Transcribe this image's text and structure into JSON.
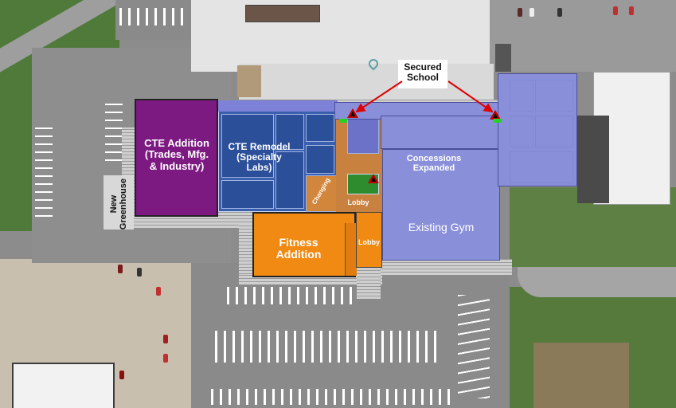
{
  "map": {
    "labels": {
      "cte_addition": "CTE Addition\n(Trades, Mfg.\n& Industry)",
      "cte_remodel": "CTE Remodel\n(Specialty\nLabs)",
      "new_greenhouse": "New\nGreenhouse",
      "changing": "Changing",
      "lobby_upper": "Lobby",
      "lobby_lower": "Lobby",
      "fitness_addition": "Fitness\nAddition",
      "concessions_expanded": "Concessions\nExpanded",
      "existing_gym": "Existing Gym",
      "secured_school": "Secured\nSchool"
    },
    "colors": {
      "cte_addition": "#7c1a82",
      "cte_remodel": "#2c4f9a",
      "fitness_addition": "#f08a12",
      "changing_lobby": "#d2863c",
      "existing_school": "#8a8fd9",
      "concessions_green": "#2e8b2e",
      "marker": "#c00000"
    },
    "icons": [
      "warning-triangle-icon",
      "map-pin-icon"
    ]
  }
}
